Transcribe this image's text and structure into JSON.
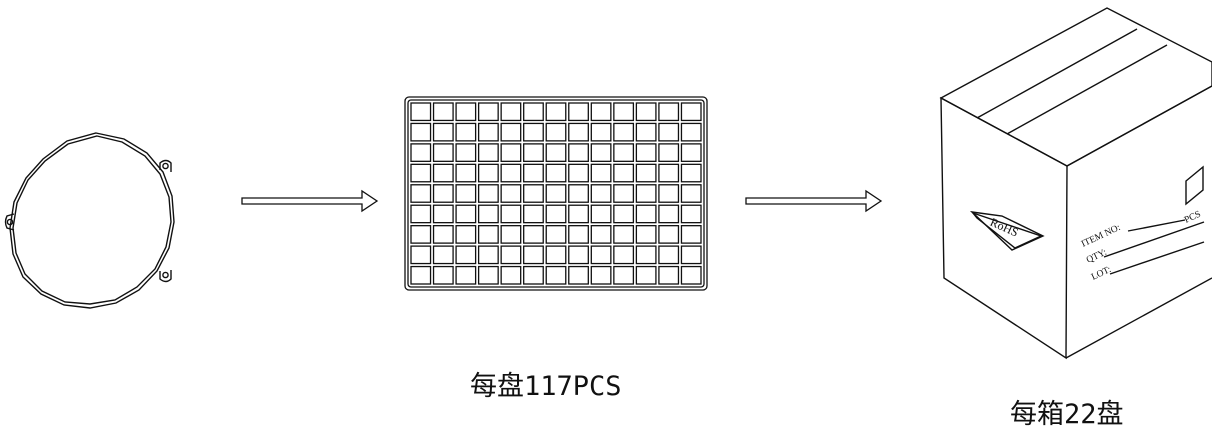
{
  "captions": {
    "tray": "每盘117PCS",
    "box": "每箱22盘"
  },
  "carton": {
    "rohs": "RoHS",
    "item_no_label": "ITEM NO:",
    "item_no_unit": "PCS",
    "qty_label": "QTY:",
    "lot_label": "LOT:"
  },
  "tray_grid": {
    "columns": 13,
    "rows": 9
  },
  "colors": {
    "line": "#111111",
    "background": "#ffffff"
  }
}
